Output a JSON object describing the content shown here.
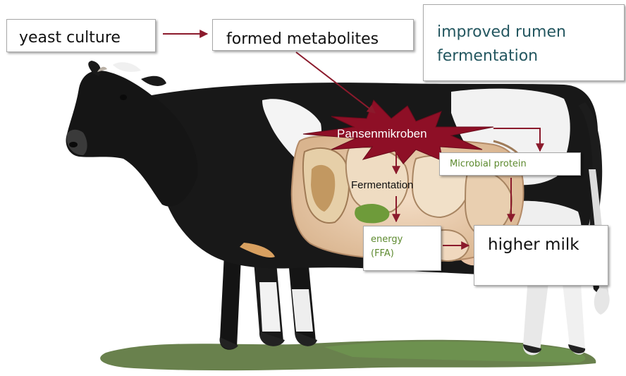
{
  "labels": {
    "yeast": "yeast culture",
    "metabolites": "formed metabolites",
    "improved": "improved rumen\nfermentation",
    "pansen": "Pansenmikroben",
    "fermentation": "Fermentation",
    "protein": "Microbial protein",
    "energy": "energy\n(FFA)",
    "milk": "higher milk"
  },
  "colors": {
    "arrow": "#8b1a2c",
    "burst": "#8e0f26",
    "teal_text": "#245760",
    "green_text": "#5d8a2f"
  }
}
